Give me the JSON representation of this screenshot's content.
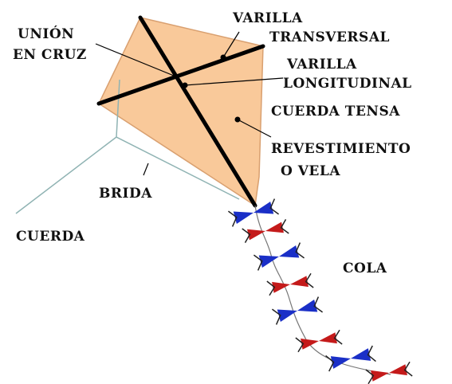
{
  "labels": {
    "varilla_transversal_1": "VARILLA",
    "varilla_transversal_2": "TRANSVERSAL",
    "union_en_cruz_1": "UNIÓN",
    "union_en_cruz_2": "EN CRUZ",
    "varilla_longitudinal_1": "VARILLA",
    "varilla_longitudinal_2": "LONGITUDINAL",
    "cuerda_tensa": "CUERDA TENSA",
    "revestimiento_1": "REVESTIMIENTO",
    "revestimiento_2": "O VELA",
    "brida": "BRIDA",
    "cuerda": "CUERDA",
    "cola": "COLA"
  },
  "colors": {
    "sail": "#f9c99a",
    "sail_edge": "#d9a070",
    "spar": "#000000",
    "string": "#8fb3b3",
    "bow_blue": "#1a2fc7",
    "bow_red": "#c41a1a",
    "bow_ends": "#222222"
  },
  "tail_bows": [
    "blue",
    "red",
    "blue",
    "red",
    "blue",
    "red",
    "blue",
    "red"
  ]
}
